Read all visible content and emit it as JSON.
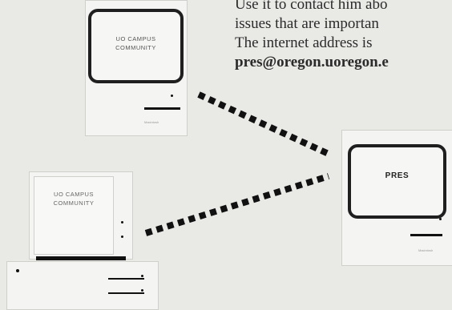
{
  "text_block": {
    "line1": "Use it to contact him abo",
    "line2": "issues that are importan",
    "line3": "The internet address is",
    "email": "pres@oregon.uoregon.e"
  },
  "computers": {
    "top_left": {
      "screen_line1": "UO CAMPUS",
      "screen_line2": "COMMUNITY",
      "brand": "Macintosh"
    },
    "bottom_left": {
      "screen_line1": "UO CAMPUS",
      "screen_line2": "COMMUNITY"
    },
    "right": {
      "screen_label": "PRES",
      "brand": "Macintosh"
    }
  }
}
